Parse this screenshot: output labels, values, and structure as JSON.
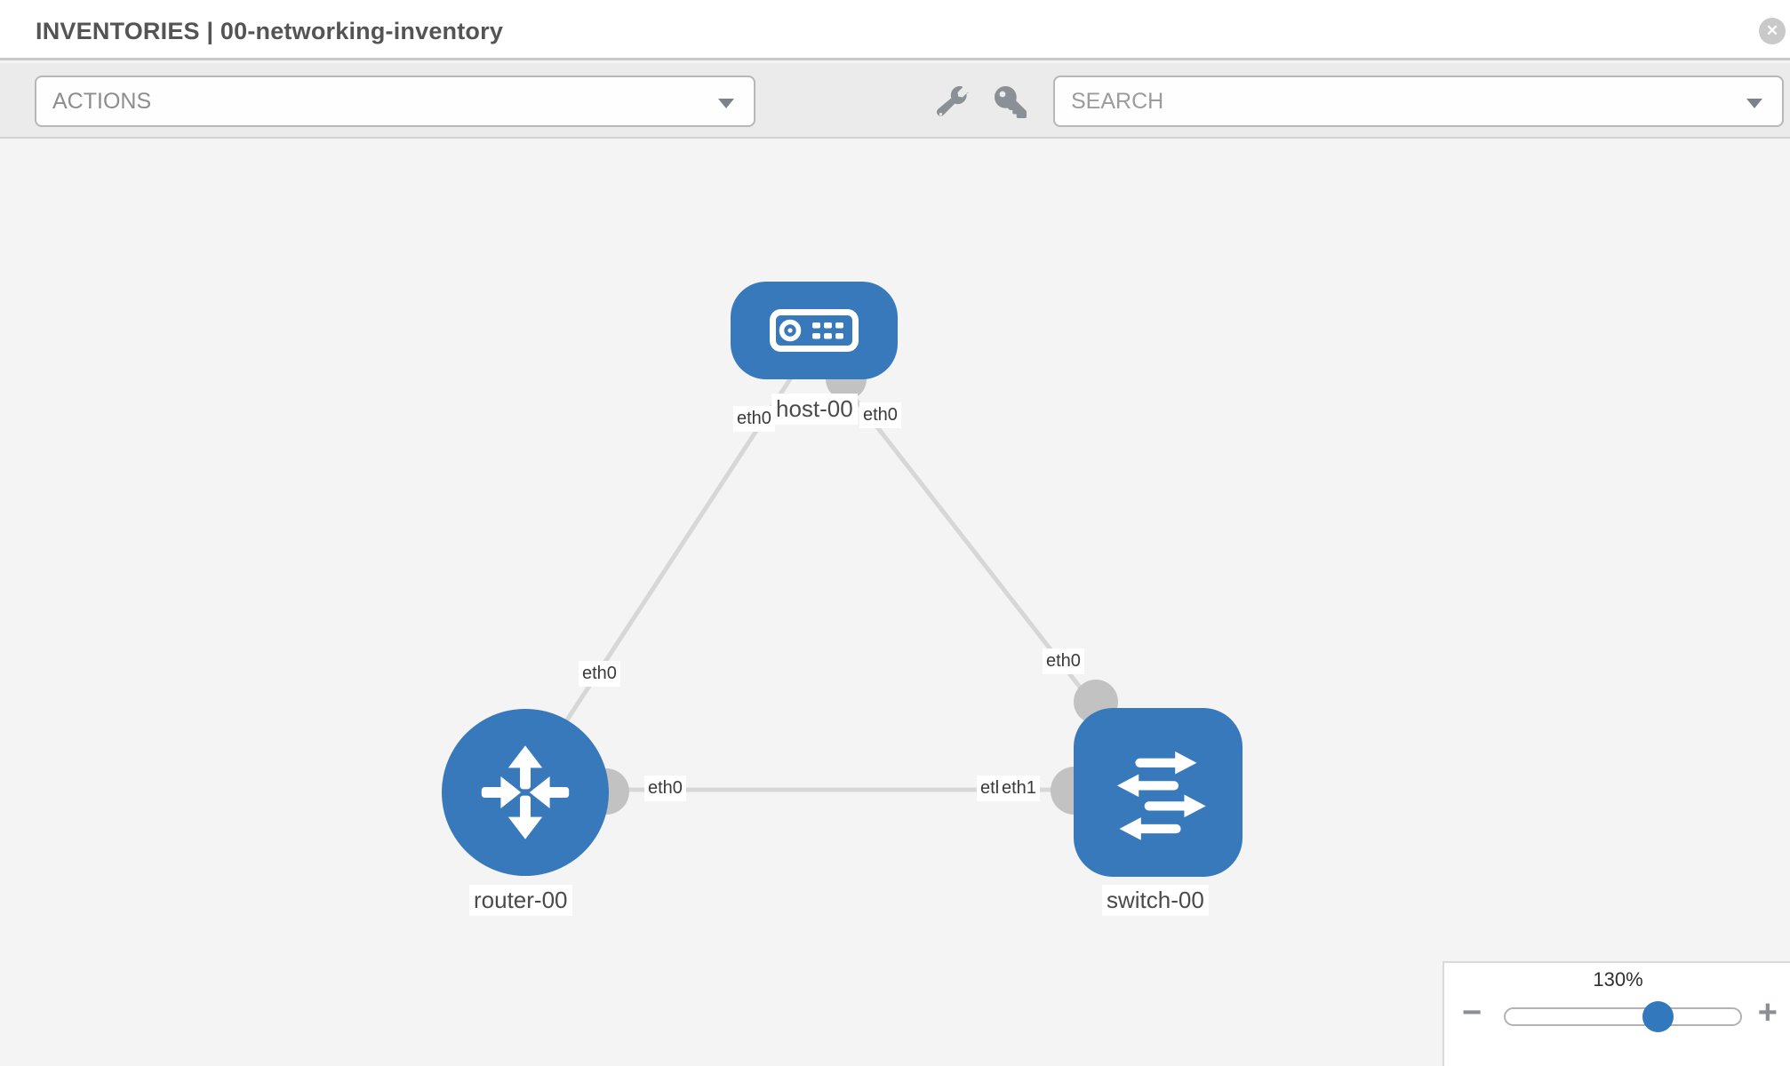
{
  "header": {
    "title": "INVENTORIES | 00-networking-inventory"
  },
  "toolbar": {
    "actions_label": "ACTIONS",
    "search_placeholder": "SEARCH",
    "toolbar_icons": [
      "wrench",
      "key"
    ]
  },
  "icons": {
    "close": "✕",
    "minus": "−",
    "plus": "+"
  },
  "topology": {
    "nodes": [
      {
        "label": "host-00",
        "type": "host"
      },
      {
        "label": "router-00",
        "type": "router"
      },
      {
        "label": "switch-00",
        "type": "switch"
      }
    ],
    "links": [
      {
        "from": "host-00",
        "from_if": "eth0",
        "to": "router-00",
        "to_if": "eth0"
      },
      {
        "from": "host-00",
        "from_if": "eth0",
        "to": "switch-00",
        "to_if": "eth0"
      },
      {
        "from": "router-00",
        "from_if": "eth0",
        "to": "switch-00",
        "to_if": "eth1",
        "to_if_overlapped": "eth0",
        "visible_composite": "etleth1"
      }
    ]
  },
  "zoom_control": {
    "level": "130%",
    "percent": 130
  },
  "colors": {
    "node_fill": "#3879bb",
    "link": "#d7d7d7",
    "port": "#c2c2c2",
    "accent_thumb": "#3178bd",
    "toolbar_bg": "#ebebeb",
    "canvas_bg": "#f4f4f4"
  }
}
